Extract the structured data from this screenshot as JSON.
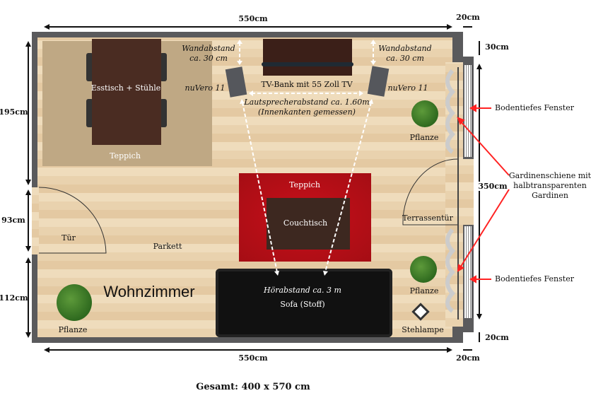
{
  "dimensions": {
    "top_width": "550cm",
    "bottom_width": "550cm",
    "top_right": "20cm",
    "bottom_right": "20cm",
    "right_top": "30cm",
    "right_bottom": "20cm",
    "left_top": "195cm",
    "left_mid": "93cm",
    "left_bottom": "112cm",
    "right_height": "350cm"
  },
  "labels": {
    "dining": "Esstisch + Stühle",
    "rug_left": "Teppich",
    "wall_dist_left": "Wandabstand\nca. 30 cm",
    "wall_dist_left_1": "Wandabstand",
    "wall_dist_left_2": "ca. 30 cm",
    "wall_dist_right_1": "Wandabstand",
    "wall_dist_right_2": "ca. 30 cm",
    "speaker_left": "nuVero 11",
    "speaker_right": "nuVero 11",
    "tv": "TV-Bank mit 55 Zoll TV",
    "speaker_dist_1": "Lautsprecherabstand ca. 1.60m",
    "speaker_dist_2": "(Innenkanten gemessen)",
    "rug_center": "Teppich",
    "coffee_table": "Couchtisch",
    "listen_dist": "Hörabstand ca. 3 m",
    "sofa": "Sofa  (Stoff)",
    "door": "Tür",
    "floor": "Parkett",
    "room": "Wohnzimmer",
    "plant_1": "Pflanze",
    "plant_2": "Pflanze",
    "plant_3": "Pflanze",
    "terrace_door": "Terrassentür",
    "lamp": "Stehlampe",
    "window_1": "Bodentiefes Fenster",
    "window_2": "Bodentiefes Fenster",
    "curtain_1": "Gardinenschiene mit",
    "curtain_2": "halbtransparenten",
    "curtain_3": "Gardinen"
  },
  "total": "Gesamt: 400 x 570 cm"
}
